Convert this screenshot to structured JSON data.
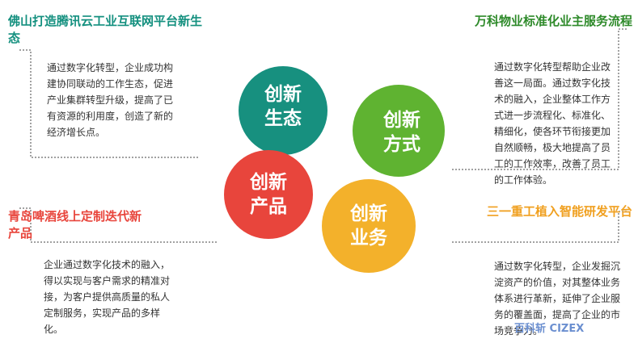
{
  "blocks": {
    "top_left": {
      "title": "佛山打造腾讯云工业互联网平台新生态",
      "title_color": "#14907f",
      "desc": "通过数字化转型，企业成功构建协同联动的工作生态，促进产业集群转型升级，提高了已有资源的利用度，创造了新的经济增长点。"
    },
    "top_right": {
      "title": "万科物业标准化业主服务流程",
      "title_color": "#2e8a2a",
      "desc": "通过数字化转型帮助企业改善这一局面。通过数字化技术的融入，企业整体工作方式进一步流程化、标准化、精细化，使各环节衔接更加自然顺畅，极大地提高了员工的工作效率，改善了员工的工作体验。"
    },
    "bottom_left": {
      "title": "青岛啤酒线上定制迭代新产品",
      "title_color": "#e8453c",
      "desc": "企业通过数字化技术的融入，得以实现与客户需求的精准对接，为客户提供高质量的私人定制服务，实现产品的多样化。"
    },
    "bottom_right": {
      "title": "三一重工植入智能研发平台",
      "title_color": "#f0a020",
      "desc": "通过数字化转型，企业发掘沉淀资产的价值，对其整体业务体系进行革新，延伸了企业服务的覆盖面，提高了企业的市场竞争力。"
    }
  },
  "petals": {
    "ecology": {
      "line1": "创新",
      "line2": "生态",
      "color": "#17907f"
    },
    "method": {
      "line1": "创新",
      "line2": "方式",
      "color": "#5fb331"
    },
    "product": {
      "line1": "创新",
      "line2": "产品",
      "color": "#e8453c"
    },
    "business": {
      "line1": "创新",
      "line2": "业务",
      "color": "#f3b12b"
    }
  },
  "logo": {
    "text": "百科斩 CIZEX"
  }
}
